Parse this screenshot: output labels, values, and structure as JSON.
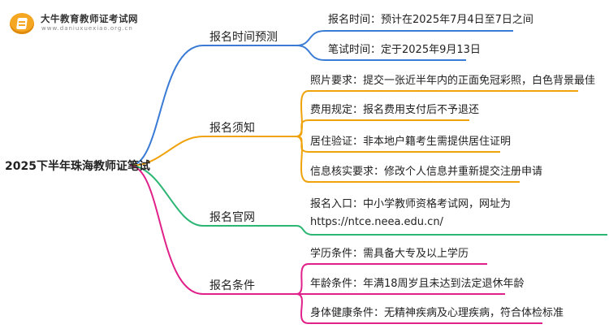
{
  "logo": {
    "title": "大牛教育教师证考试网",
    "url": "www.daniuxuexiao.org.cn"
  },
  "colors": {
    "time": "#3a7bd5",
    "notice": "#f0a20a",
    "site": "#2bb673",
    "cond": "#e0218a"
  },
  "root": "2025下半年珠海教师证笔试",
  "branches": [
    {
      "label": "报名时间预测",
      "color": "#3a7bd5",
      "leaves": [
        "报名时间：预计在2025年7月4日至7日之间",
        "笔试时间：定于2025年9月13日"
      ]
    },
    {
      "label": "报名须知",
      "color": "#f0a20a",
      "leaves": [
        "照片要求：提交一张近半年内的正面免冠彩照，白色背景最佳",
        "费用规定：报名费用支付后不予退还",
        "居住验证：非本地户籍考生需提供居住证明",
        "信息核实要求：修改个人信息并重新提交注册申请"
      ]
    },
    {
      "label": "报名官网",
      "color": "#2bb673",
      "leaves": [
        "报名入口：中小学教师资格考试网，网址为 https://ntce.neea.edu.cn/"
      ]
    },
    {
      "label": "报名条件",
      "color": "#e0218a",
      "leaves": [
        "学历条件：需具备大专及以上学历",
        "年龄条件：年满18周岁且未达到法定退休年龄",
        "身体健康条件：无精神疾病及心理疾病，符合体检标准"
      ]
    }
  ]
}
